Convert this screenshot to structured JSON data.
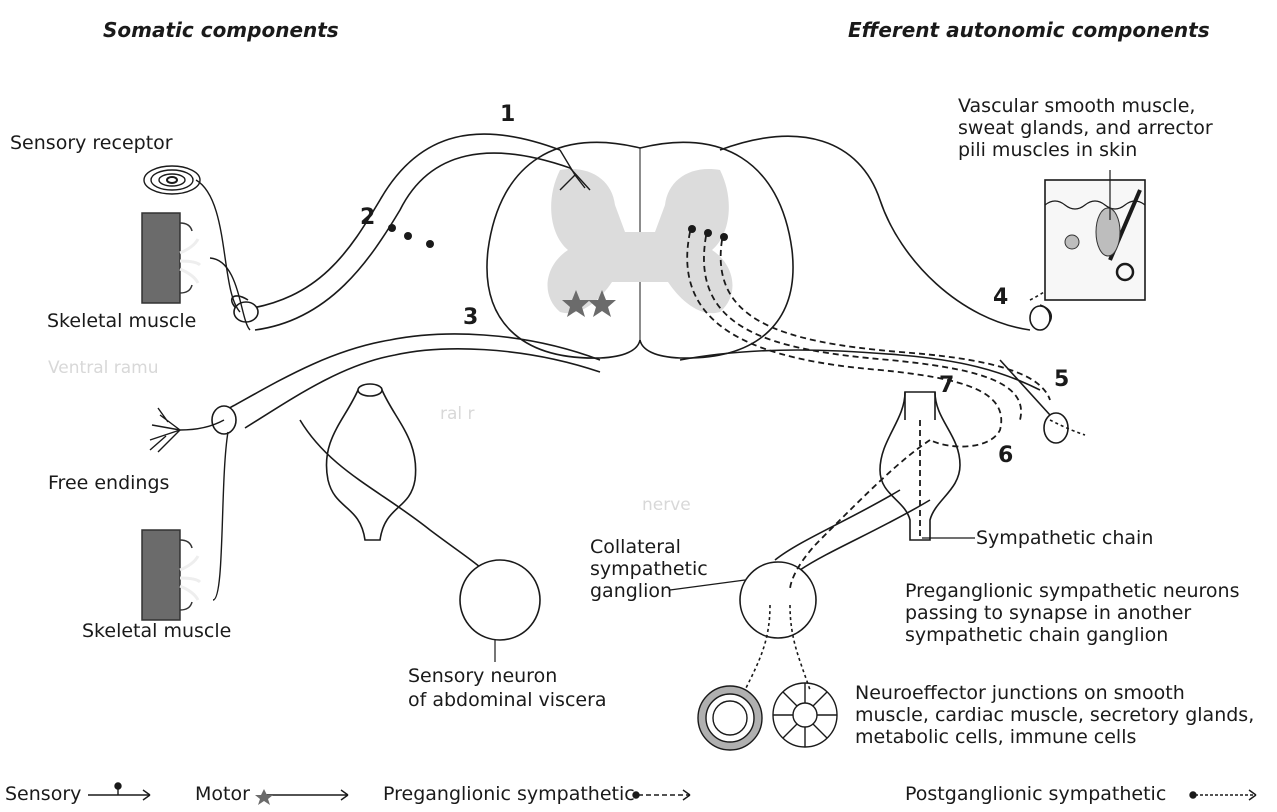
{
  "headings": {
    "somatic": "Somatic components",
    "autonomic": "Efferent autonomic components"
  },
  "labels": {
    "sensory_receptor": "Sensory receptor",
    "skeletal_muscle_top": "Skeletal muscle",
    "free_endings": "Free endings",
    "skeletal_muscle_bottom": "Skeletal muscle",
    "sensory_neuron": [
      "Sensory neuron",
      "of abdominal viscera"
    ],
    "vascular": [
      "Vascular smooth muscle,",
      "sweat glands, and arrector",
      "pili muscles in skin"
    ],
    "sympathetic_chain": "Sympathetic chain",
    "collateral": [
      "Collateral",
      "sympathetic",
      "ganglion"
    ],
    "preganglionic_note": [
      "Preganglionic sympathetic neurons",
      "passing to synapse in another",
      "sympathetic chain ganglion"
    ],
    "neuroeffector": [
      "Neuroeffector junctions on smooth",
      "muscle, cardiac muscle, secretory glands,",
      "metabolic cells, immune cells"
    ]
  },
  "ghost_text": {
    "ventral_ramus": "Ventral ramu",
    "ral": "ral r",
    "spinal_nerve": "nerve"
  },
  "numbers": [
    "1",
    "2",
    "3",
    "4",
    "5",
    "6",
    "7"
  ],
  "legend": {
    "sensory": "Sensory",
    "motor": "Motor",
    "preganglionic": "Preganglionic sympathetic",
    "postganglionic": "Postganglionic sympathetic"
  },
  "colors": {
    "line": "#1a1a1a",
    "gray_matter": "#dcdcdc",
    "muscle": "#6b6b6b"
  }
}
